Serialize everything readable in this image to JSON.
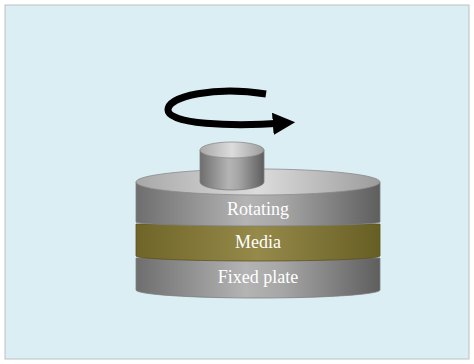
{
  "diagram": {
    "nodes": [
      {
        "text": [
          "Rotating"
        ]
      },
      {
        "text": [
          "Media"
        ]
      },
      {
        "text": [
          "Fixed plate"
        ]
      }
    ]
  }
}
